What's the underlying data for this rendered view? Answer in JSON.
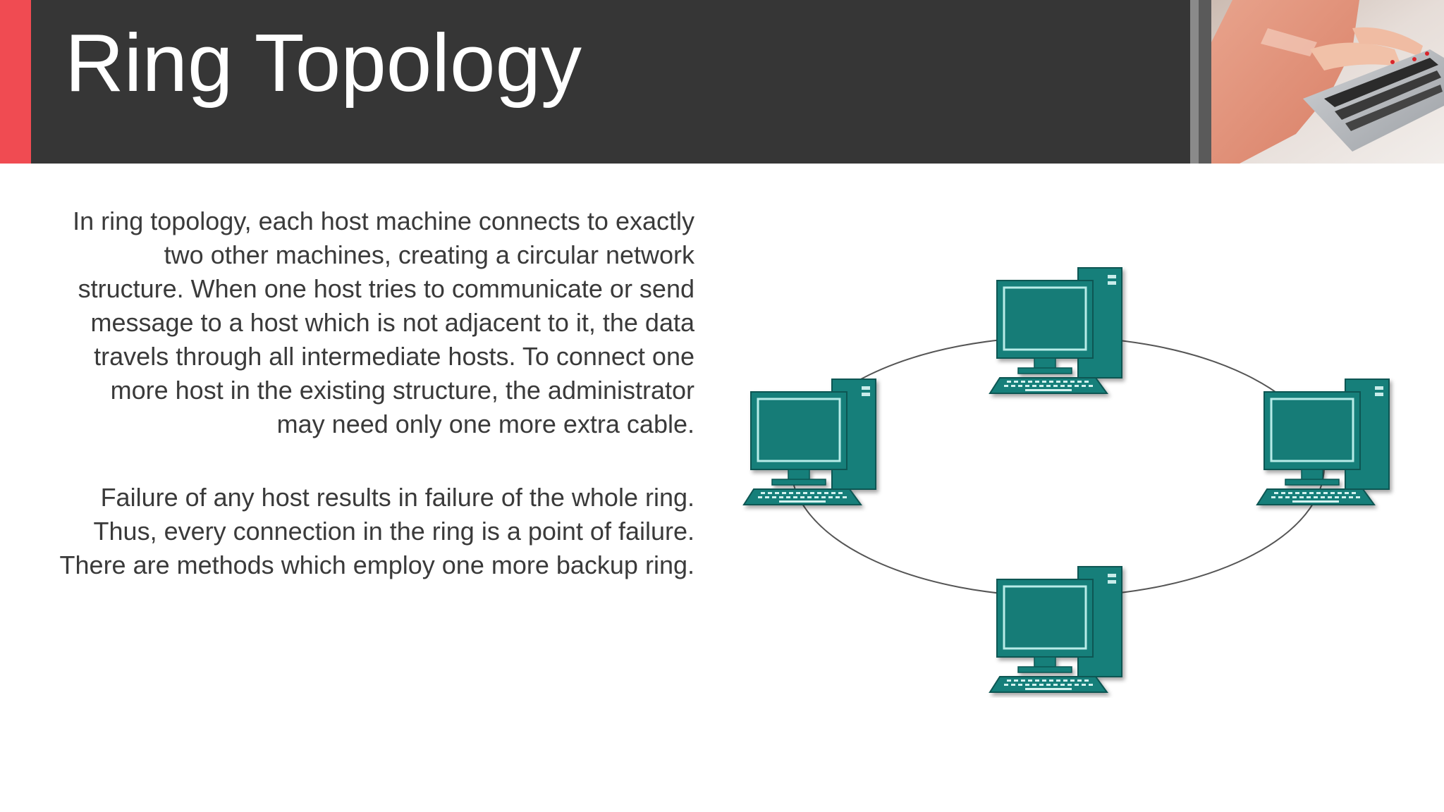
{
  "slide": {
    "title": "Ring Topology",
    "paragraphs": [
      "In ring topology, each host machine connects to exactly two other machines, creating a circular network structure. When one host tries to communicate or send message to a host which is not adjacent to it, the data travels through all intermediate hosts. To connect one more host in the existing structure, the administrator may need only one more extra cable.",
      "Failure of any host results in failure of the whole ring. Thus, every connection in the ring is a point of failure. There are methods which employ one more backup ring."
    ]
  },
  "diagram": {
    "type": "ring-network",
    "node_icon": "desktop-computer-icon",
    "node_count": 4,
    "node_color": "#167f7a",
    "link_color": "#555555"
  },
  "theme": {
    "header_bg": "#363636",
    "accent": "#f04b52",
    "text": "#3a3a3a"
  }
}
